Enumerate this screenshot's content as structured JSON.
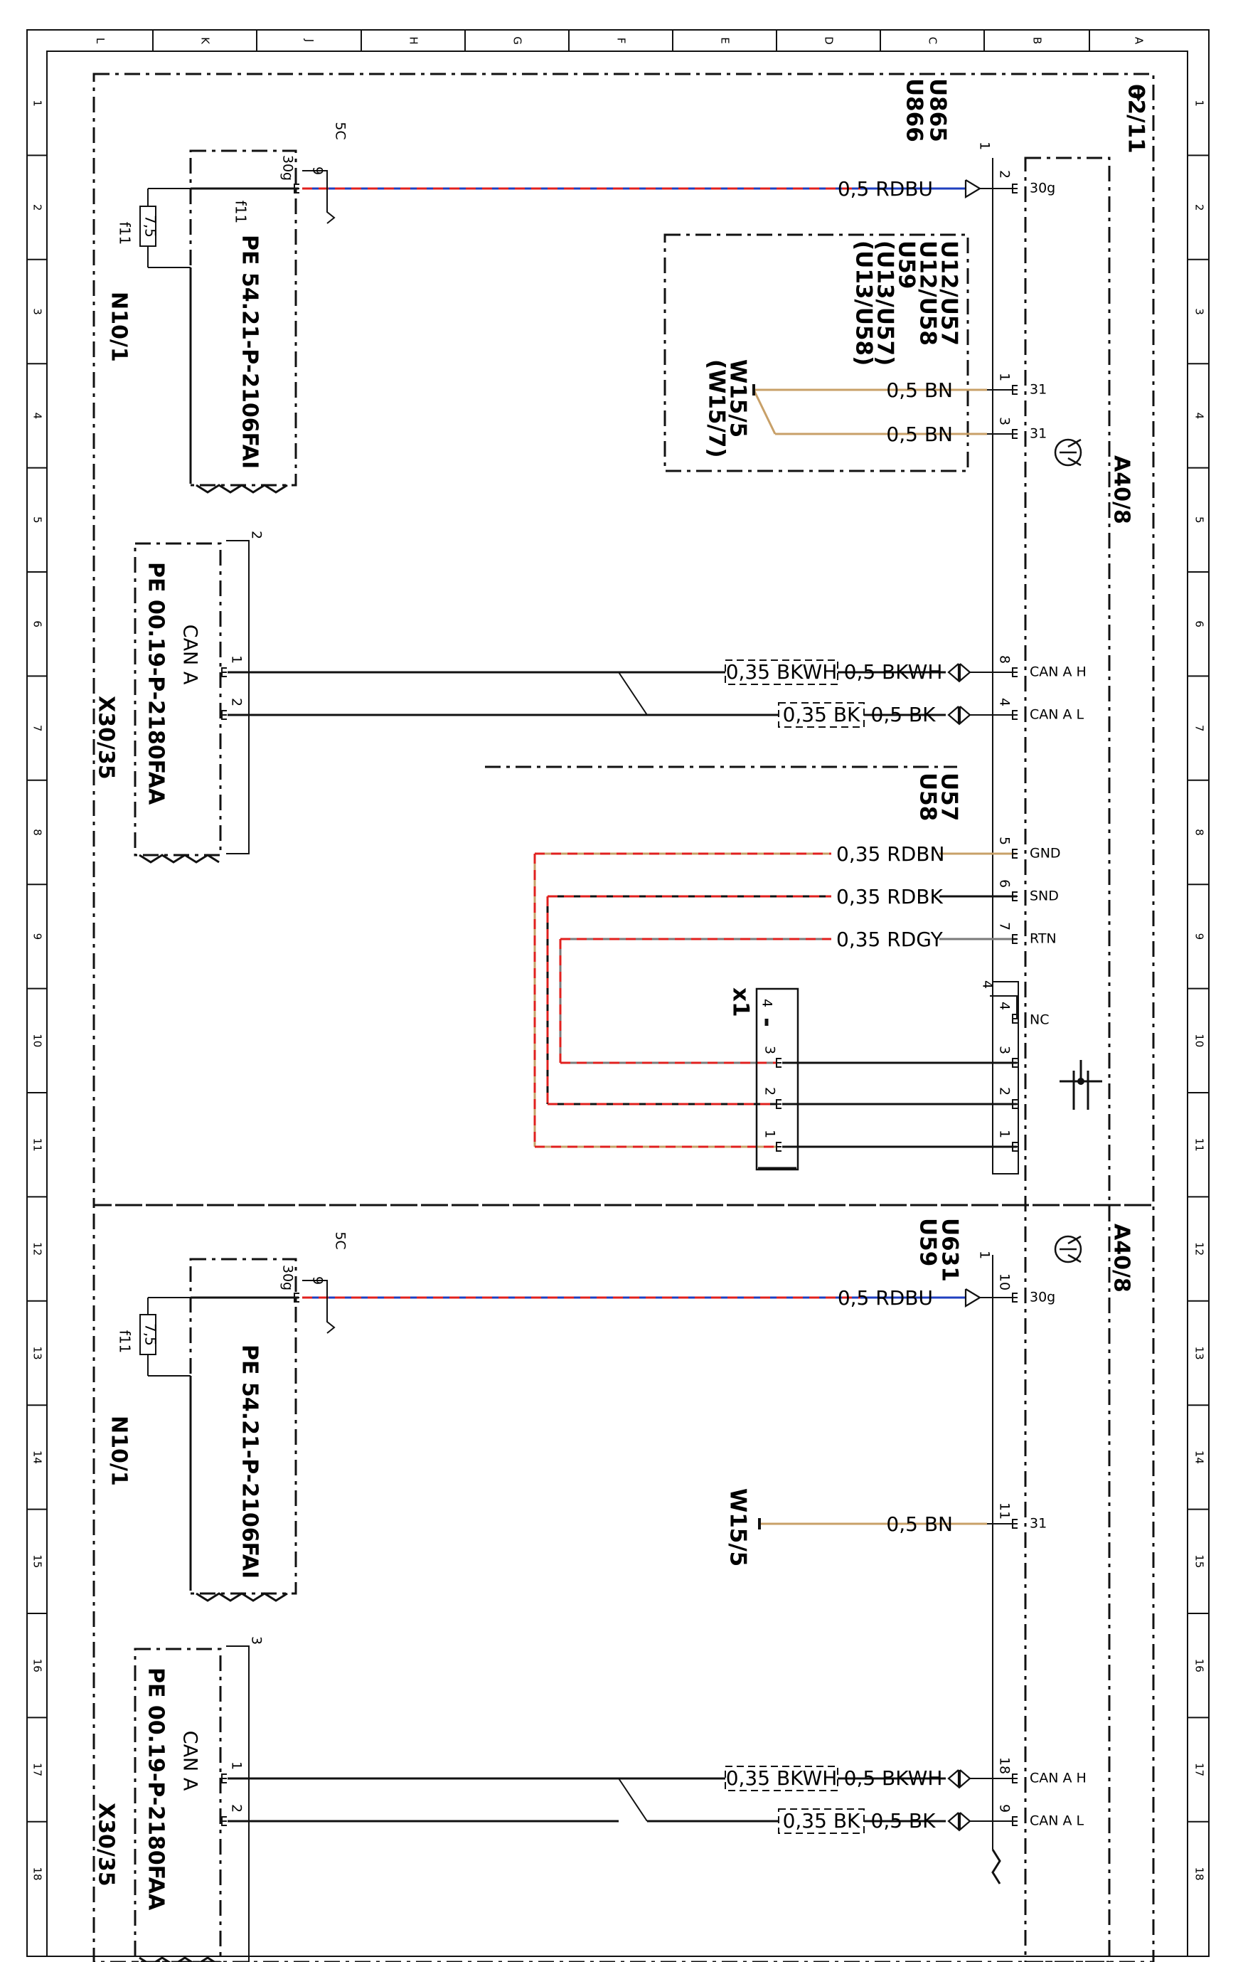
{
  "border": {
    "columns": [
      "L",
      "K",
      "J",
      "H",
      "G",
      "F",
      "E",
      "D",
      "C",
      "B",
      "A"
    ],
    "rows": [
      "1",
      "2",
      "3",
      "4",
      "5",
      "6",
      "7",
      "8",
      "9",
      "10",
      "11",
      "12",
      "13",
      "14",
      "15",
      "16",
      "17",
      "18"
    ]
  },
  "colors": {
    "red": "#e0201e",
    "blue": "#1f3fbf",
    "brown": "#c8a068",
    "grey": "#7a7a7a",
    "black": "#111111"
  },
  "sheet_ref": "02/11",
  "top_section": {
    "variant": [
      "U865",
      "U866"
    ],
    "module": "A40/8",
    "fuse_unit": "N10/1",
    "fuse": {
      "id": "f11",
      "rating": "7,5"
    },
    "fuse_pin": "9",
    "fuse_terminal": "30g",
    "fuse_connector": "5C",
    "fuse_doc": "PE 54.21-P-2106FAI",
    "power_wire": "0,5 RDBU",
    "power_pin": "2",
    "power_term": "30g",
    "module_pin_1": "1",
    "ground_variants": [
      "U12/U57",
      "U12/U58",
      "U59",
      "(U13/U57)",
      "(U13/U58)"
    ],
    "ground_points": [
      "W15/5",
      "(W15/7)"
    ],
    "ground_wires": [
      {
        "pin": "1",
        "term": "31",
        "label": "0,5 BN"
      },
      {
        "pin": "3",
        "term": "31",
        "label": "0,5 BN"
      }
    ],
    "can_connector": "X30/35",
    "can_doc": "PE 00.19-P-2180FAA",
    "can_label": "CAN A",
    "can_conn_num": "2",
    "can_wires": [
      {
        "x_pin": "1",
        "inner": "0,35 BKWH",
        "outer": "0,5 BKWH",
        "pin": "8",
        "term": "CAN A H"
      },
      {
        "x_pin": "2",
        "inner": "0,35 BK",
        "outer": "0,5 BK",
        "pin": "4",
        "term": "CAN A L"
      }
    ]
  },
  "mid_section": {
    "variant": [
      "U57",
      "U58"
    ],
    "connector": "x1",
    "connector_pin4": "4",
    "module_conn_num": "4",
    "wires": [
      {
        "label": "0,35 RDBN",
        "pin": "5",
        "term": "GND"
      },
      {
        "label": "0,35 RDBK",
        "pin": "6",
        "term": "SND"
      },
      {
        "label": "0,35 RDGY",
        "pin": "7",
        "term": "RTN"
      }
    ],
    "nc": {
      "pin": "4",
      "term": "NC"
    },
    "plug_pins": [
      "1",
      "2",
      "3"
    ],
    "socket_pins": [
      "1",
      "2",
      "3"
    ]
  },
  "bottom_section": {
    "variant": [
      "U631",
      "U59"
    ],
    "module": "A40/8",
    "fuse_unit": "N10/1",
    "fuse": {
      "id": "f11",
      "rating": "7,5"
    },
    "fuse_pin": "9",
    "fuse_terminal": "30g",
    "fuse_connector": "5C",
    "fuse_doc": "PE 54.21-P-2106FAI",
    "power_wire": "0,5 RDBU",
    "power_pin": "10",
    "power_term": "30g",
    "module_pin_1": "1",
    "ground_point": "W15/5",
    "ground_wire": {
      "pin": "11",
      "term": "31",
      "label": "0,5 BN"
    },
    "can_connector": "X30/35",
    "can_doc": "PE 00.19-P-2180FAA",
    "can_label": "CAN A",
    "can_conn_num": "3",
    "can_wires": [
      {
        "x_pin": "1",
        "inner": "0,35 BKWH",
        "outer": "0,5 BKWH",
        "pin": "18",
        "term": "CAN A H"
      },
      {
        "x_pin": "2",
        "inner": "0,35 BK",
        "outer": "0,5 BK",
        "pin": "9",
        "term": "CAN A L"
      }
    ]
  }
}
